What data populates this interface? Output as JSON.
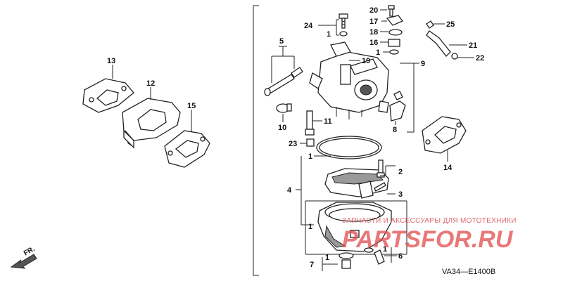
{
  "callouts": {
    "c1a": "1",
    "c1b": "1",
    "c1c": "1",
    "c1d": "1",
    "c1e": "1",
    "c1f": "1",
    "c2": "2",
    "c3": "3",
    "c4": "4",
    "c5": "5",
    "c6": "6",
    "c7": "7",
    "c8": "8",
    "c9": "9",
    "c10": "10",
    "c11": "11",
    "c12": "12",
    "c13": "13",
    "c14": "14",
    "c15": "15",
    "c16": "16",
    "c17": "17",
    "c18": "18",
    "c19": "19",
    "c20": "20",
    "c21": "21",
    "c22": "22",
    "c23": "23",
    "c24": "24",
    "c25": "25"
  },
  "orientation_label": "FR.",
  "diagram_code": "VA34—E1400B",
  "watermark": {
    "text": "ЗАПЧАСТИ И АКСЕССУАРЫ ДЛЯ МОТОТЕХНИКИ",
    "logo": "PARTSFOR.RU",
    "color": "#e24b4b"
  }
}
